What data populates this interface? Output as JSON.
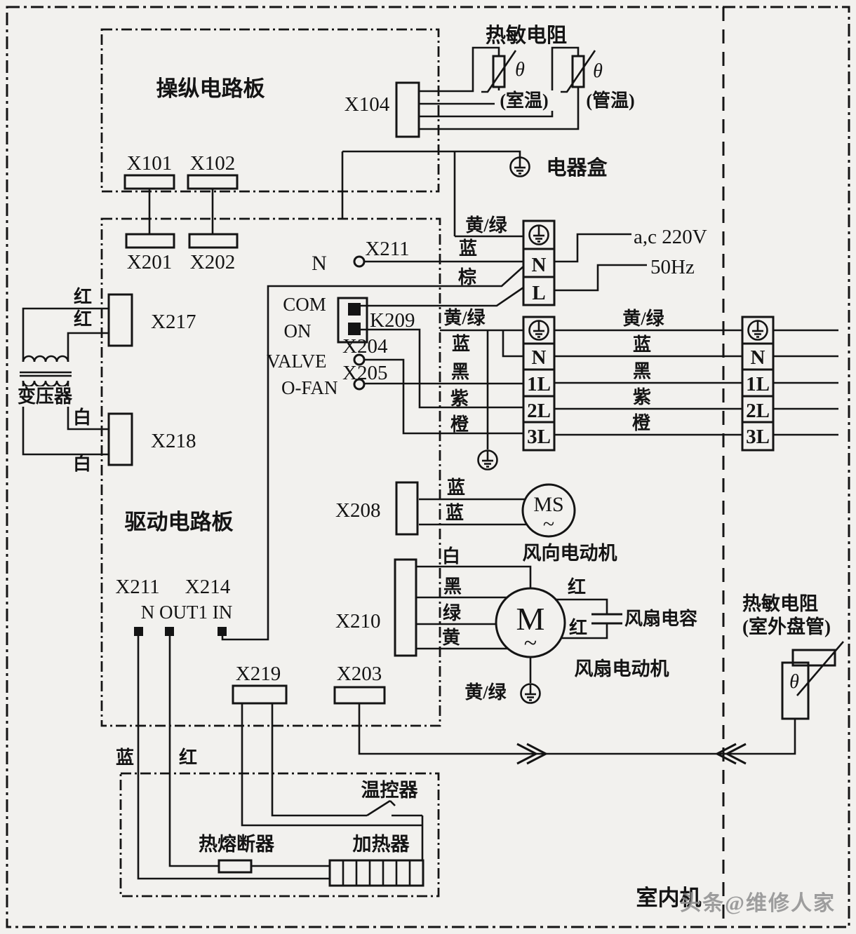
{
  "colors": {
    "background": "#f2f1ee",
    "ink": "#141414",
    "watermark": "#8f8f8f"
  },
  "boards": {
    "control": "操纵电路板",
    "drive": "驱动电路板"
  },
  "conn": {
    "x101": "X101",
    "x102": "X102",
    "x201": "X201",
    "x202": "X202",
    "x104": "X104",
    "x217": "X217",
    "x218": "X218",
    "x211": "X211",
    "k209": "K209",
    "x204": "X204",
    "x205": "X205",
    "x208": "X208",
    "x210": "X210",
    "x211_board": "X211",
    "x214": "X214",
    "x219": "X219",
    "x203": "X203"
  },
  "pins": {
    "n": "N",
    "com": "COM",
    "on": "ON",
    "valve": "VALVE",
    "o_fan": "O-FAN",
    "n_out1_in": "N OUT1 IN"
  },
  "power": {
    "ac": "a,c 220V",
    "freq": "50Hz"
  },
  "blocks": {
    "b1": [
      "N",
      "L"
    ],
    "out": [
      "N",
      "1L",
      "2L",
      "3L"
    ]
  },
  "wires": {
    "yellow_green": "黄/绿",
    "blue": "蓝",
    "brown": "棕",
    "black": "黑",
    "purple": "紫",
    "orange": "橙",
    "red": "红",
    "white": "白",
    "green": "绿",
    "yellow": "黄"
  },
  "comp": {
    "thermistor_title": "热敏电阻",
    "theta": "θ",
    "room": "(室温)",
    "pipe": "(管温)",
    "outdoor_line1": "热敏电阻",
    "outdoor_line2": "(室外盘管)",
    "electric_box": "电器盒",
    "transformer": "变压器",
    "swing_motor": "MS",
    "swing_tilde": "~",
    "swing_label": "风向电动机",
    "fan_motor": "M",
    "fan_tilde": "~",
    "fan_label": "风扇电动机",
    "fan_cap": "风扇电容",
    "thermostat": "温控器",
    "thermal_fuse": "热熔断器",
    "heater": "加热器"
  },
  "unit": {
    "label": "室内机",
    "watermark": "头条@维修人家"
  }
}
